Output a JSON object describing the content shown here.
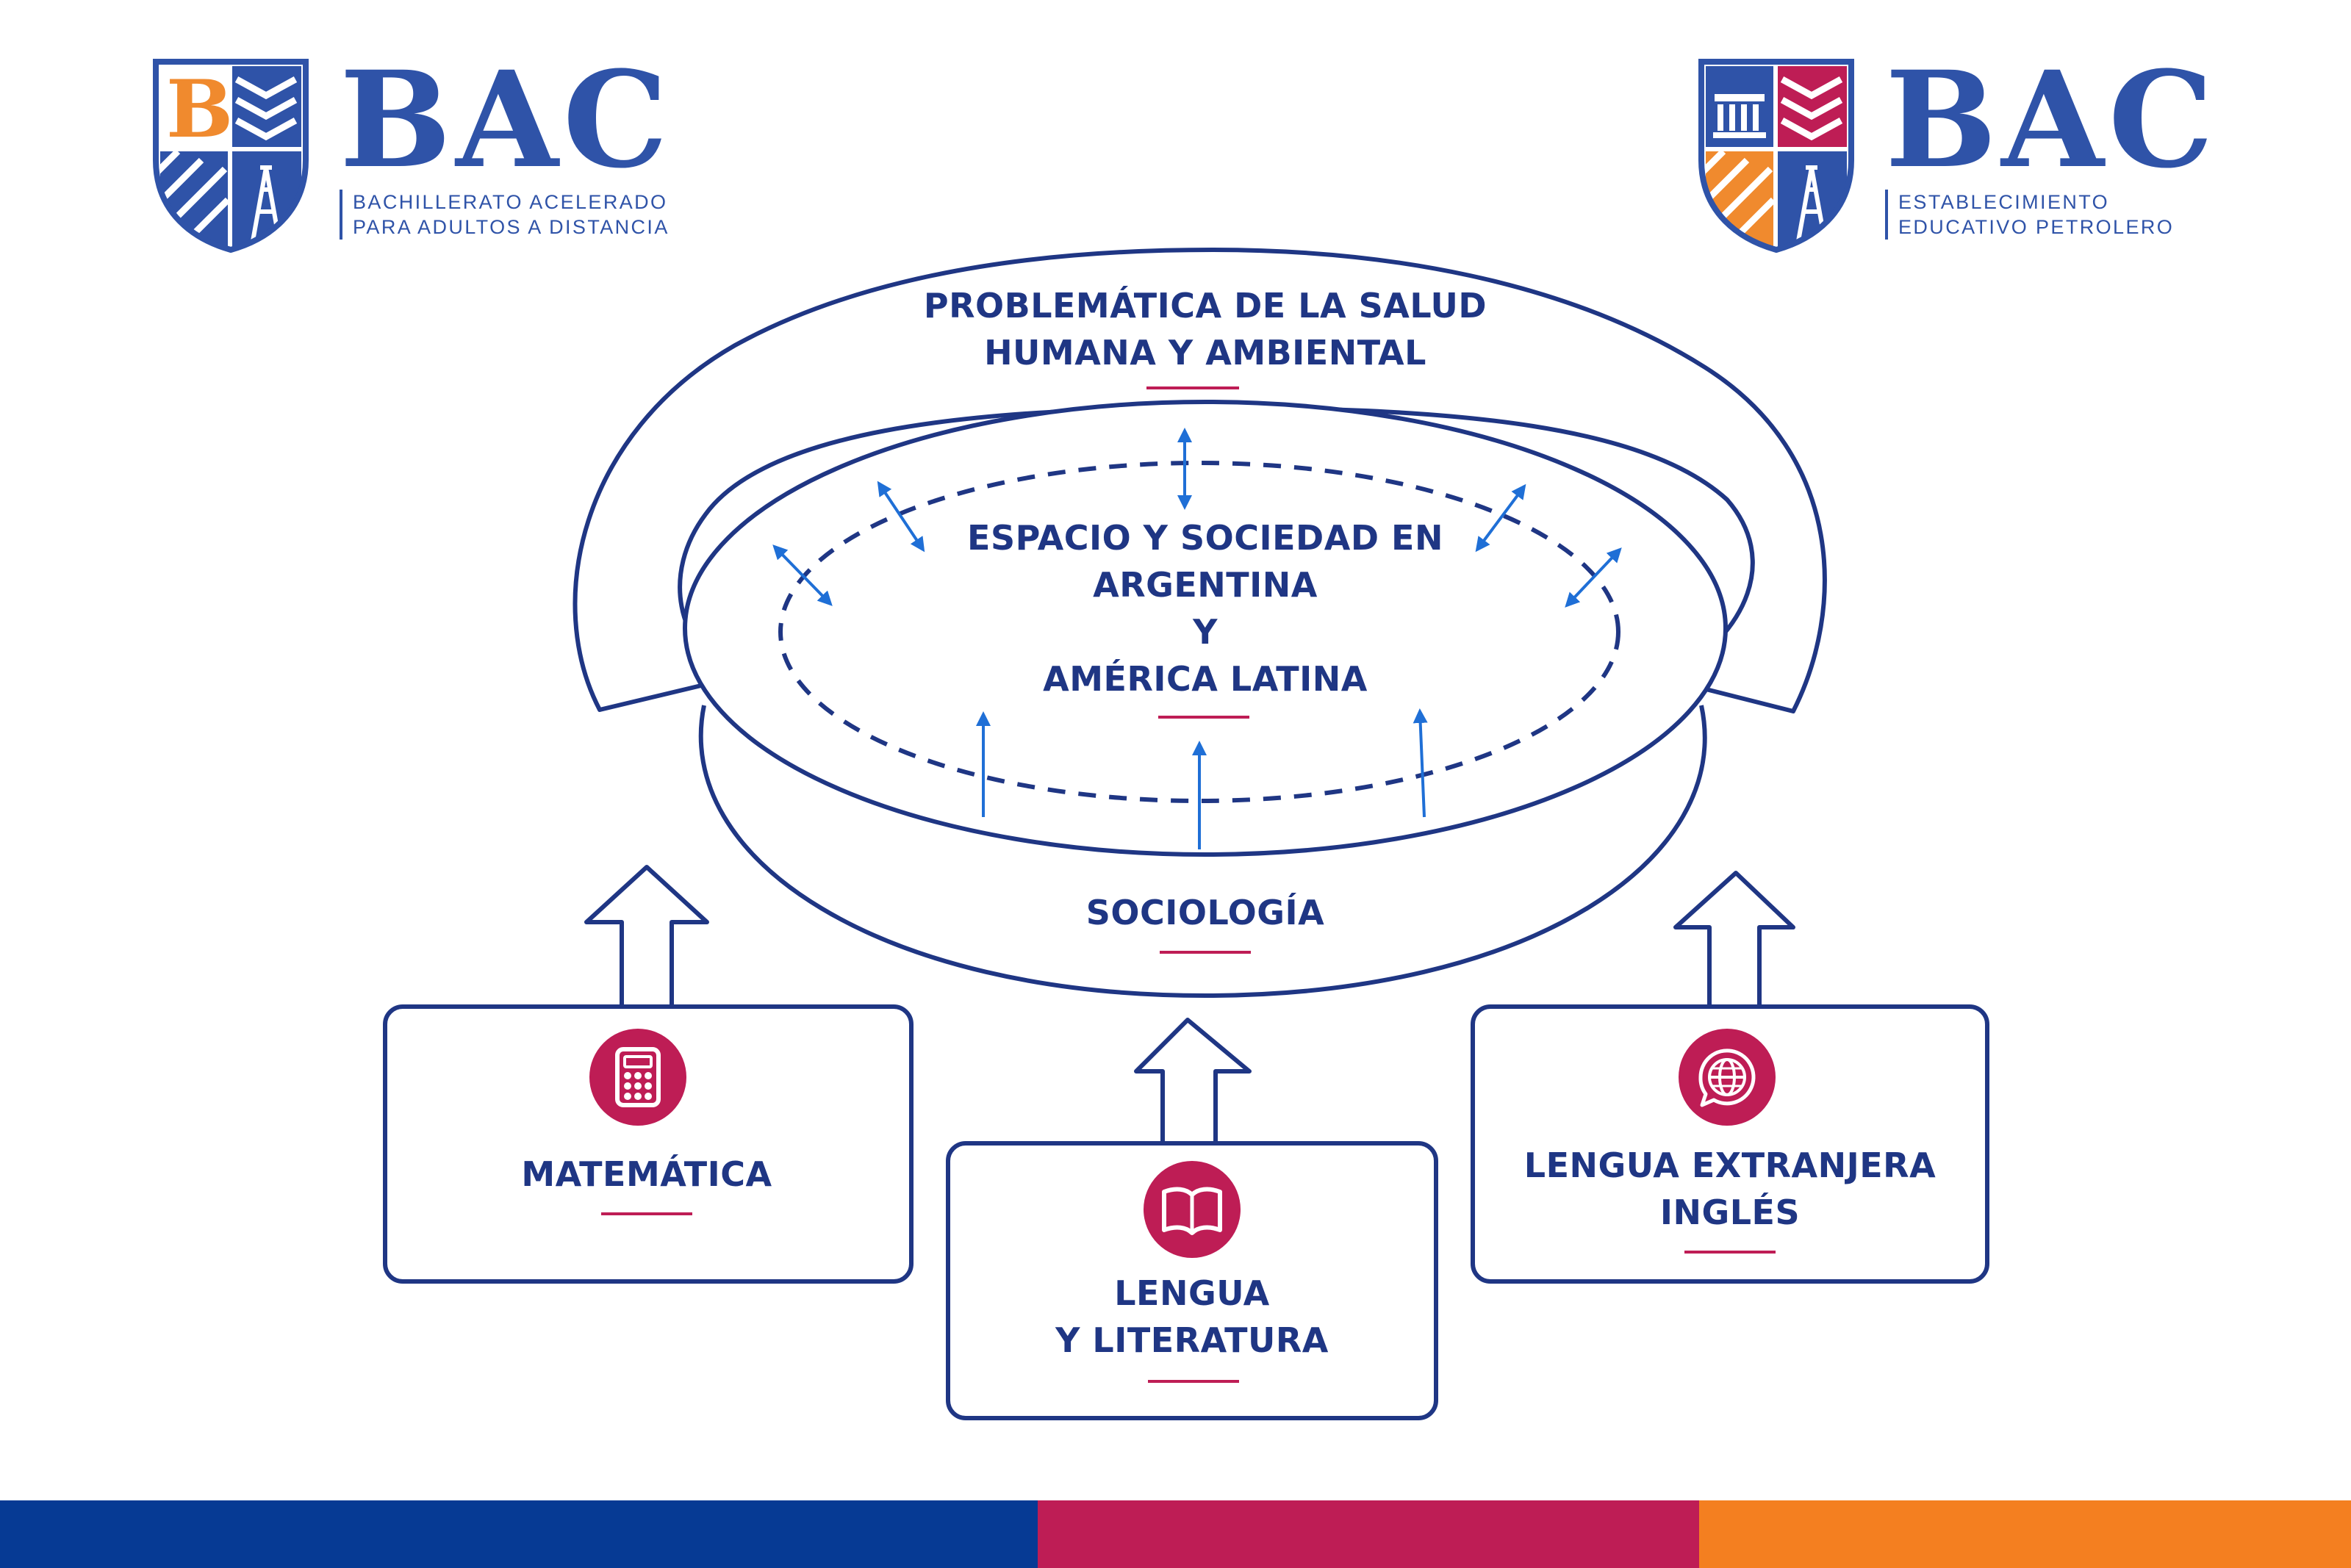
{
  "logos": {
    "left": {
      "brand": "BAC",
      "line1": "BACHILLERATO ACELERADO",
      "line2": "PARA ADULTOS A DISTANCIA",
      "icon": "shield-emblem-icon"
    },
    "right": {
      "brand": "BAC",
      "line1": "ESTABLECIMIENTO",
      "line2": "EDUCATIVO PETROLERO",
      "icon": "shield-emblem-icon"
    }
  },
  "diagram": {
    "outer": {
      "line1": "PROBLEMÁTICA DE LA SALUD",
      "line2": "HUMANA Y AMBIENTAL"
    },
    "inner": {
      "line1": "ESPACIO Y SOCIEDAD EN",
      "line2": "ARGENTINA",
      "line3": "Y",
      "line4": "AMÉRICA LATINA"
    },
    "base": {
      "label": "SOCIOLOGÍA"
    },
    "boxes": {
      "matematica": {
        "label": "MATEMÁTICA",
        "icon": "calculator-icon"
      },
      "lengua": {
        "line1": "LENGUA",
        "line2": "Y LITERATURA",
        "icon": "open-book-icon"
      },
      "ingles": {
        "line1": "LENGUA EXTRANJERA",
        "line2": "INGLÉS",
        "icon": "globe-chat-icon"
      }
    }
  },
  "colors": {
    "navy": "#1f3684",
    "brand_blue": "#2f53a8",
    "crimson": "#be1d55",
    "orange": "#f08a2e",
    "arrow_blue": "#1f6fd6",
    "footer": [
      "#063a94",
      "#be1d55",
      "#f47f20"
    ]
  }
}
